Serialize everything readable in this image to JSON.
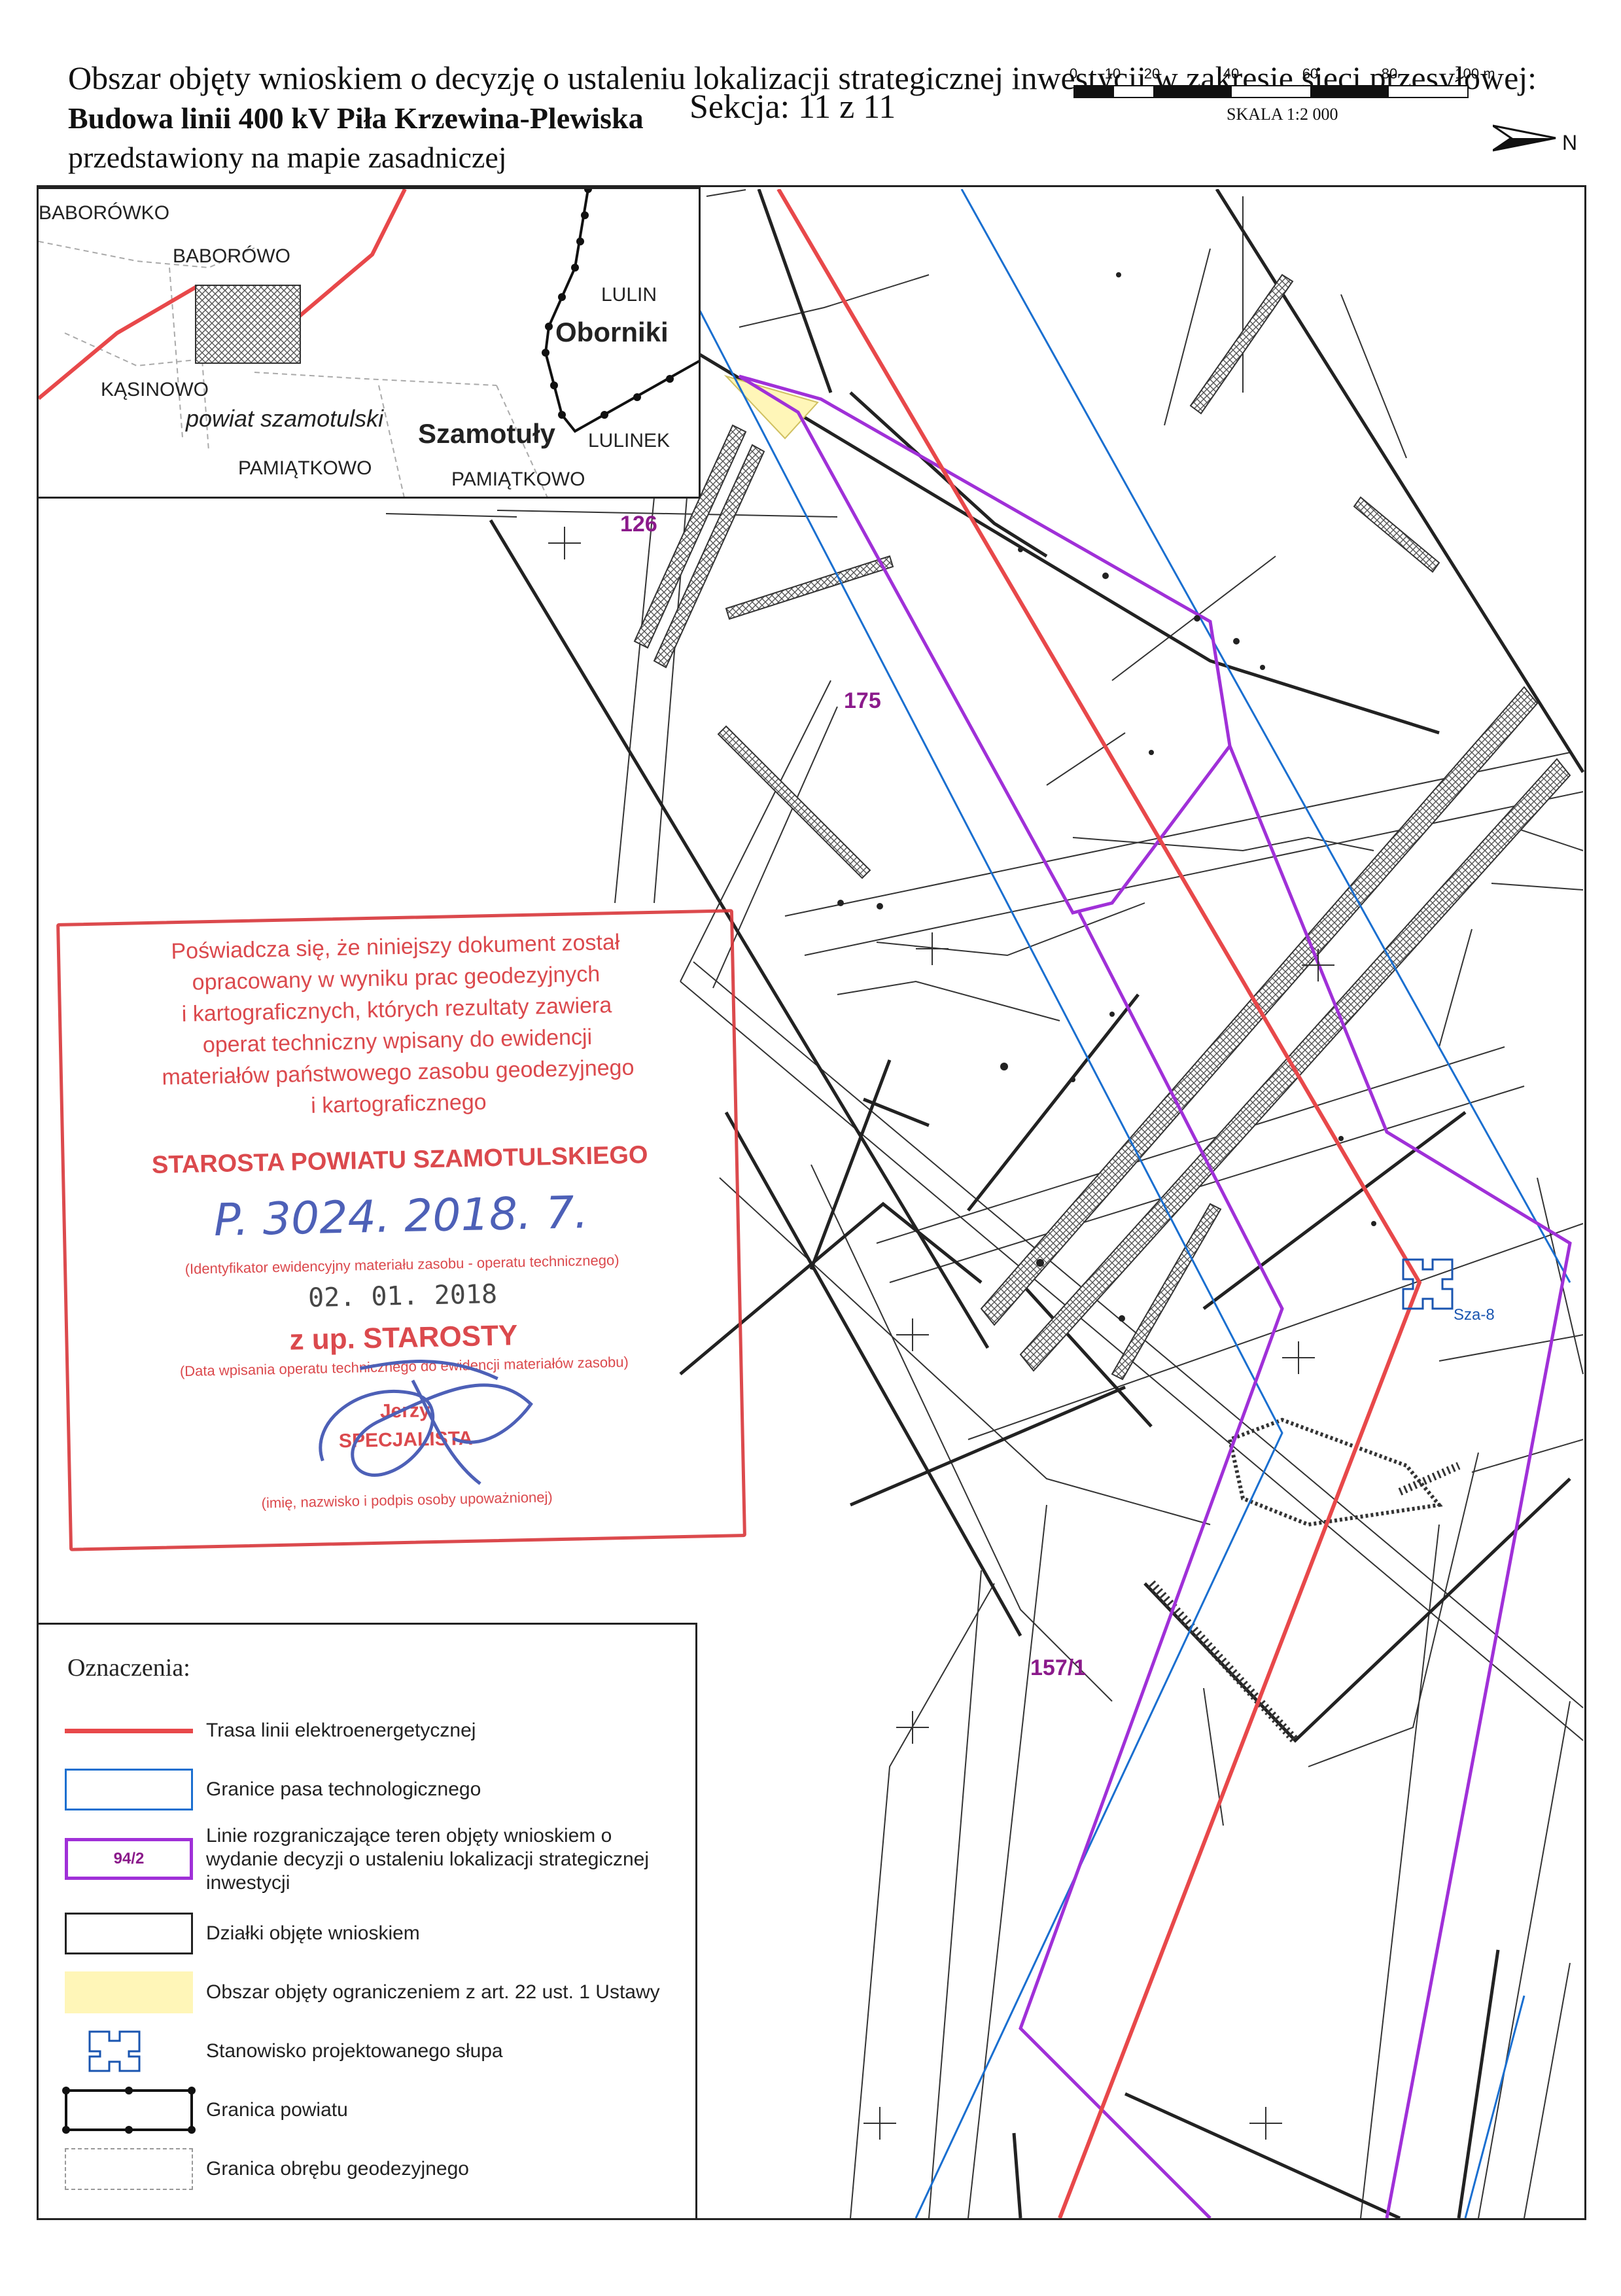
{
  "header": {
    "title_line": "Obszar objęty wnioskiem o decyzję o ustaleniu lokalizacji strategicznej inwestycji w zakresie sieci przesyłowej:",
    "project_name": "Budowa linii 400 kV Piła Krzewina-Plewiska",
    "subtitle": "przedstawiony na mapie zasadniczej",
    "section": "Sekcja: 11 z 11"
  },
  "scale": {
    "ticks": [
      "0",
      "10",
      "20",
      "40",
      "60",
      "80",
      "100 m"
    ],
    "label": "SKALA 1:2 000"
  },
  "north_arrow": {
    "letter": "N",
    "icon": "north-arrow-icon"
  },
  "inset": {
    "labels": {
      "baborowko": "BABORÓWKO",
      "baborowo": "BABORÓWO",
      "kasinowo": "KĄSINOWO",
      "powiat": "powiat szamotulski",
      "pamiatkowo_1": "PAMIĄTKOWO",
      "pamiatkowo_2": "PAMIĄTKOWO",
      "szamotuly": "Szamotuły",
      "lulin": "LULIN",
      "oborniki": "Oborniki",
      "lulinek": "LULINEK"
    }
  },
  "map": {
    "parcels": {
      "p126": "126",
      "p175": "175",
      "p157_1": "157/1"
    },
    "pillar_label": "Sza-8"
  },
  "stamp": {
    "lines": [
      "Poświadcza się, że niniejszy dokument został",
      "opracowany w wyniku prac geodezyjnych",
      "i kartograficznych, których rezultaty zawiera",
      "operat techniczny wpisany do ewidencji",
      "materiałów państwowego zasobu geodezyjnego",
      "i kartograficznego"
    ],
    "authority": "STAROSTA POWIATU SZAMOTULSKIEGO",
    "identifier": "P. 3024. 2018. 7.",
    "identifier_caption": "(Identyfikator ewidencyjny materiału zasobu - operatu technicznego)",
    "date": "02. 01. 2018",
    "date_caption": "(Data wpisania operatu technicznego do ewidencji materiałów zasobu)",
    "signer_role": "z up. STAROSTY",
    "signer_name": "Jerzy",
    "signer_title": "SPECJALISTA",
    "signature_caption": "(imię, nazwisko i podpis osoby upoważnionej)"
  },
  "legend": {
    "title": "Oznaczenia:",
    "items": [
      {
        "label": "Trasa linii elektroenergetycznej",
        "color": "#e8484a"
      },
      {
        "label": "Granice pasa technologicznego",
        "color": "#1a6fd0"
      },
      {
        "label": "Linie rozgraniczające teren objęty wnioskiem o wydanie decyzji o ustaleniu lokalizacji strategicznej inwestycji",
        "color": "#a030d8",
        "sample_text": "94/2"
      },
      {
        "label": "Działki objęte wnioskiem",
        "color": "#222222"
      },
      {
        "label": "Obszar objęty ograniczeniem z art. 22 ust. 1 Ustawy",
        "color": "#fff6b8"
      },
      {
        "label": "Stanowisko projektowanego słupa",
        "color": "#1a55b0",
        "icon": "pillar-icon"
      },
      {
        "label": "Granica powiatu",
        "color": "#111111"
      },
      {
        "label": "Granica obrębu geodezyjnego",
        "color": "#999999"
      }
    ]
  }
}
